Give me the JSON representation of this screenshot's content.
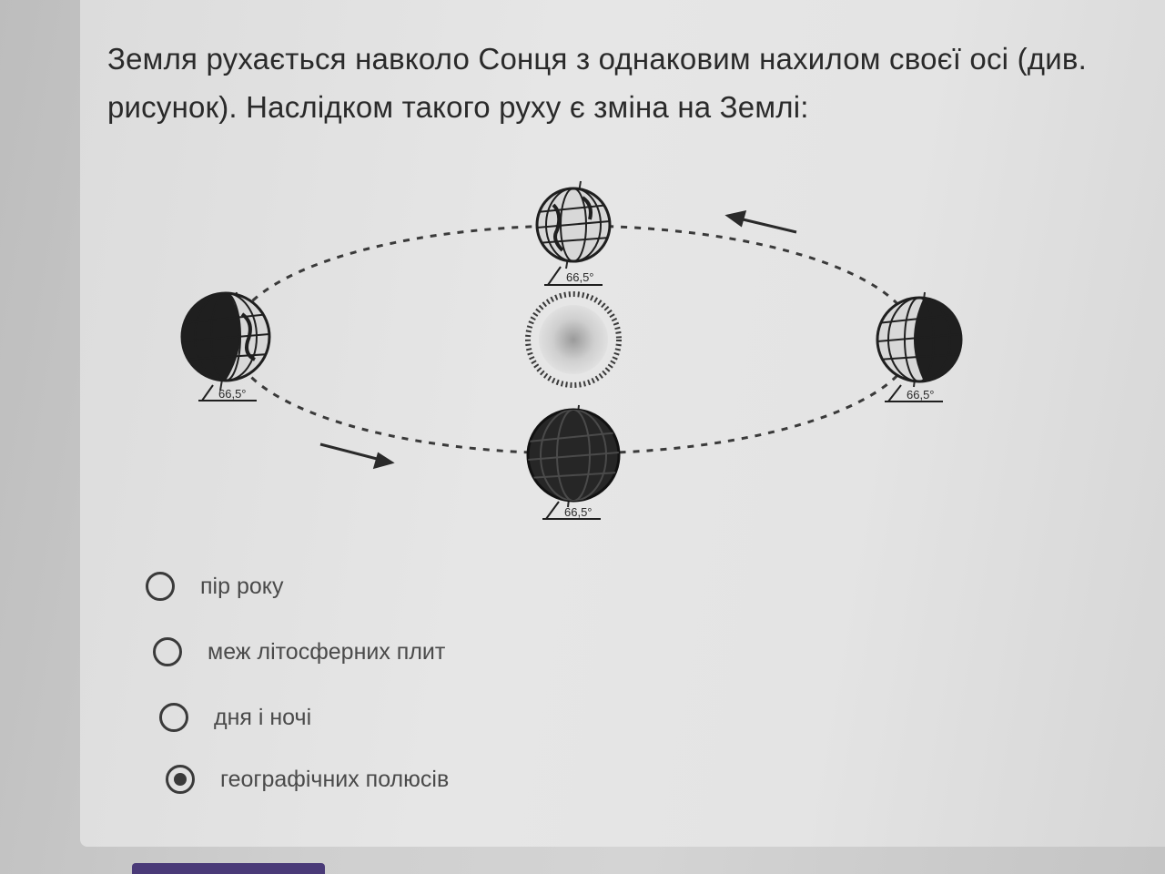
{
  "question": {
    "line1": "Земля рухається навколо Сонця з однаковим нахилом своєї осі (див.",
    "line2": "рисунок). Наслідком такого руху є зміна на Землі:"
  },
  "figure": {
    "angle_label": "66,5°",
    "positions": [
      "top",
      "right",
      "bottom",
      "left"
    ]
  },
  "options": [
    {
      "label": "пір року",
      "selected": false
    },
    {
      "label": "меж літосферних плит",
      "selected": false
    },
    {
      "label": "дня і ночі",
      "selected": false
    },
    {
      "label": "географічних полюсів",
      "selected": true
    }
  ],
  "colors": {
    "text": "#2a2a2a",
    "radio": "#3a3a3a",
    "button": "#4a3a78"
  }
}
